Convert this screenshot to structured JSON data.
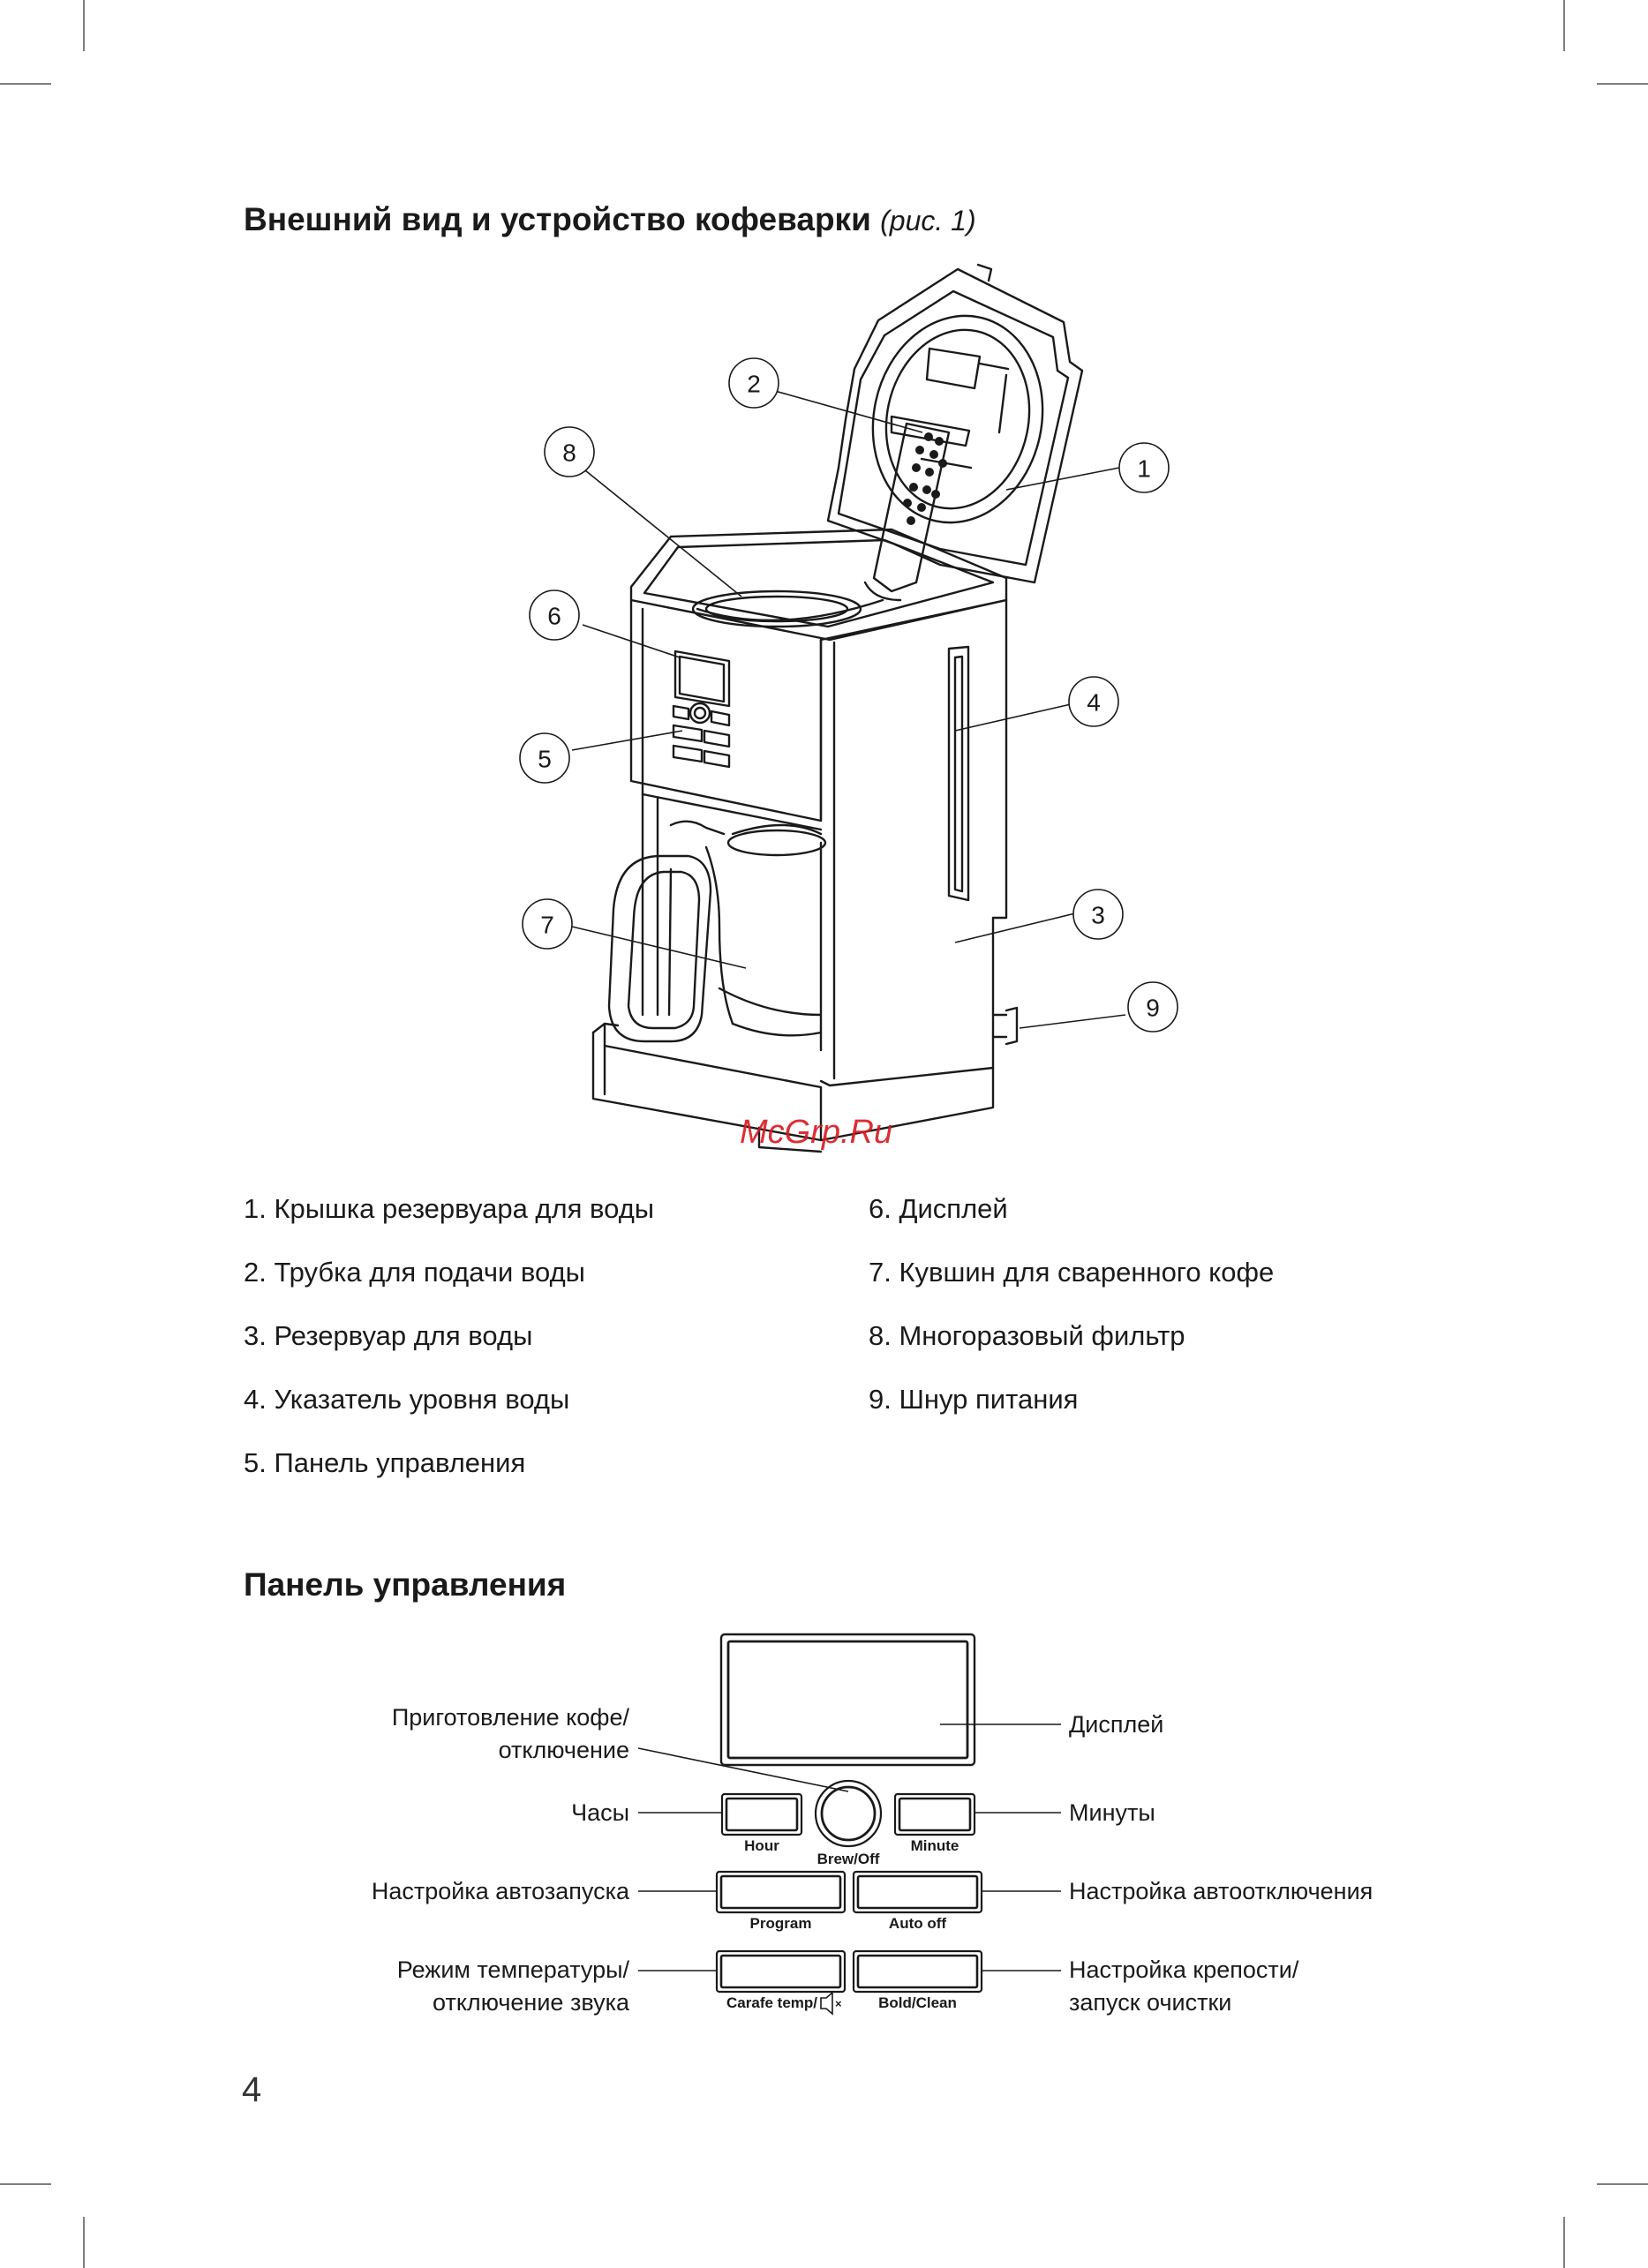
{
  "header": {
    "title": "Внешний вид и устройство кофеварки",
    "title_note": "(рис. 1)"
  },
  "diagram": {
    "callouts": [
      "1",
      "2",
      "3",
      "4",
      "5",
      "6",
      "7",
      "8",
      "9"
    ]
  },
  "watermark": "McGrp.Ru",
  "parts_list": {
    "left": [
      "1. Крышка резервуара для воды",
      "2. Трубка для подачи воды",
      "3. Резервуар для воды",
      "4. Указатель уровня воды",
      "5. Панель управления"
    ],
    "right": [
      "6. Дисплей",
      "7. Кувшин для сваренного кофе",
      "8. Многоразовый фильтр",
      "9. Шнур питания"
    ]
  },
  "control_panel": {
    "title": "Панель управления",
    "labels_left": {
      "brew_line1": "Приготовление кофе/",
      "brew_line2": "отключение",
      "clock": "Часы",
      "autostart": "Настройка автозапуска",
      "temp_line1": "Режим температуры/",
      "temp_line2": "отключение звука"
    },
    "labels_right": {
      "display": "Дисплей",
      "minutes": "Минуты",
      "autooff": "Настройка автоотключения",
      "strength_line1": "Настройка крепости/",
      "strength_line2": "запуск очистки"
    },
    "buttons": {
      "hour": "Hour",
      "brew": "Brew/Off",
      "minute": "Minute",
      "program": "Program",
      "auto_off": "Auto off",
      "carafe": "Carafe temp/",
      "bold": "Bold/Clean"
    }
  },
  "page_number": "4"
}
